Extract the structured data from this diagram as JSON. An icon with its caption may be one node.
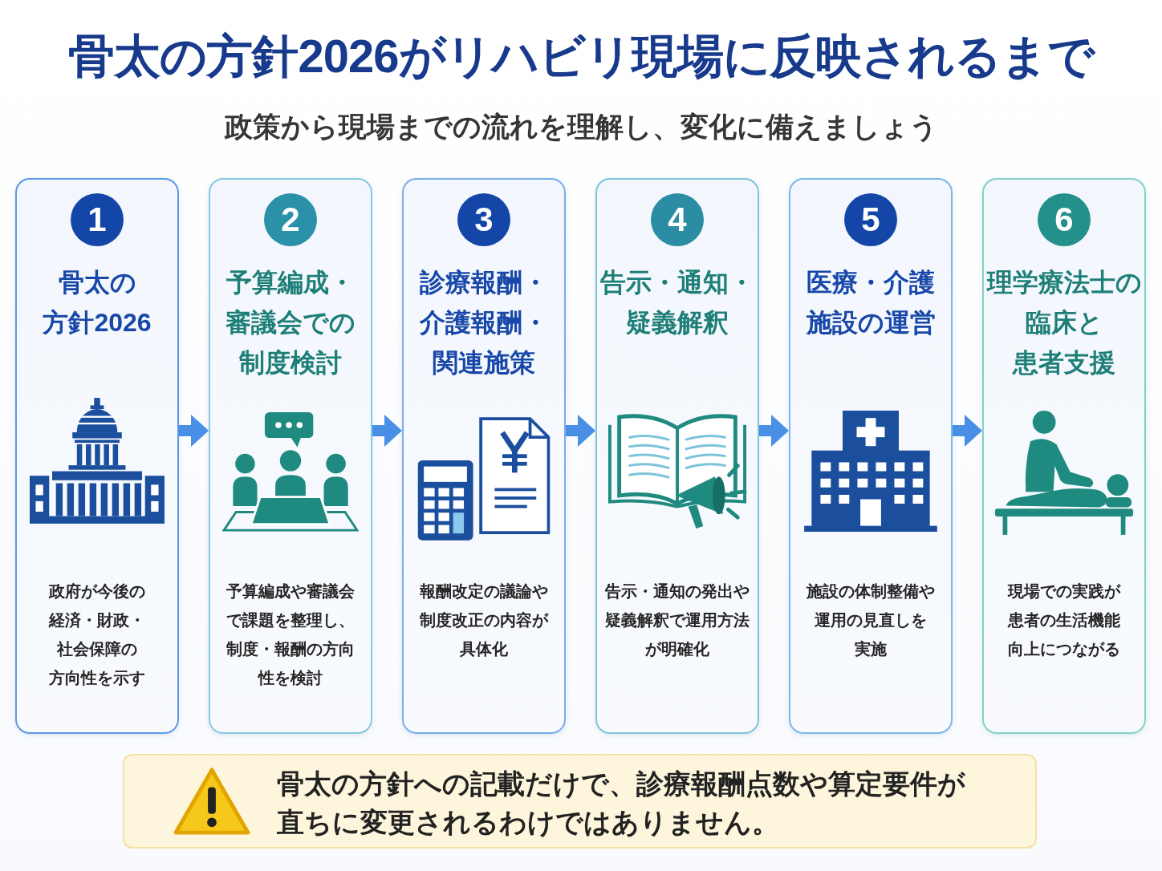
{
  "diagram": {
    "title": "骨太の方針2026がリハビリ現場に反映されるまで",
    "nodes": [
      {
        "text": [
          "骨太の方針2026",
          "政府が今後の経済・財政・社会保障の方向性を示す"
        ]
      },
      {
        "text": [
          "1"
        ],
        "in": 0
      },
      {
        "text": [
          "予算編成・審議会での制度検討",
          "予算編成や審議会で課題を整理し、制度・報酬の方向性を検討"
        ]
      },
      {
        "text": [
          "2"
        ],
        "in": 2
      },
      {
        "text": [
          "診療報酬・介護報酬・関連施策",
          "報酬改定の議論や制度改正の内容が具体化"
        ]
      },
      {
        "text": [
          "3"
        ],
        "in": 4
      },
      {
        "text": [
          "告示・通知・疑義解釈",
          "告示・通知の発出や疑義解釈で運用方法が明確化"
        ]
      },
      {
        "text": [
          "4"
        ],
        "in": 6
      },
      {
        "text": [
          "医療・介護施設の運営",
          "施設の体制整備や運用の見直しを実施"
        ]
      },
      {
        "text": [
          "5"
        ],
        "in": 8
      },
      {
        "text": [
          "理学療法士の臨床と患者支援",
          "現場での実践が患者の生活機能向上につながる"
        ]
      },
      {
        "text": [
          "6"
        ],
        "in": 10
      },
      {
        "text": [
          "骨太の方針への記載だけで、診療報酬点数や算定要件が直ちに変更されるわけではありません。"
        ]
      }
    ],
    "edges": [
      {
        "from": 0,
        "to": 2,
        "arrow": "to"
      },
      {
        "from": 2,
        "to": 4,
        "arrow": "to"
      },
      {
        "from": 4,
        "to": 6,
        "arrow": "to"
      },
      {
        "from": 6,
        "to": 8,
        "arrow": "to"
      },
      {
        "from": 8,
        "to": 10,
        "arrow": "to"
      }
    ],
    "labels": [
      "政策から現場までの流れを理解し、変化に備えましょう"
    ]
  }
}
